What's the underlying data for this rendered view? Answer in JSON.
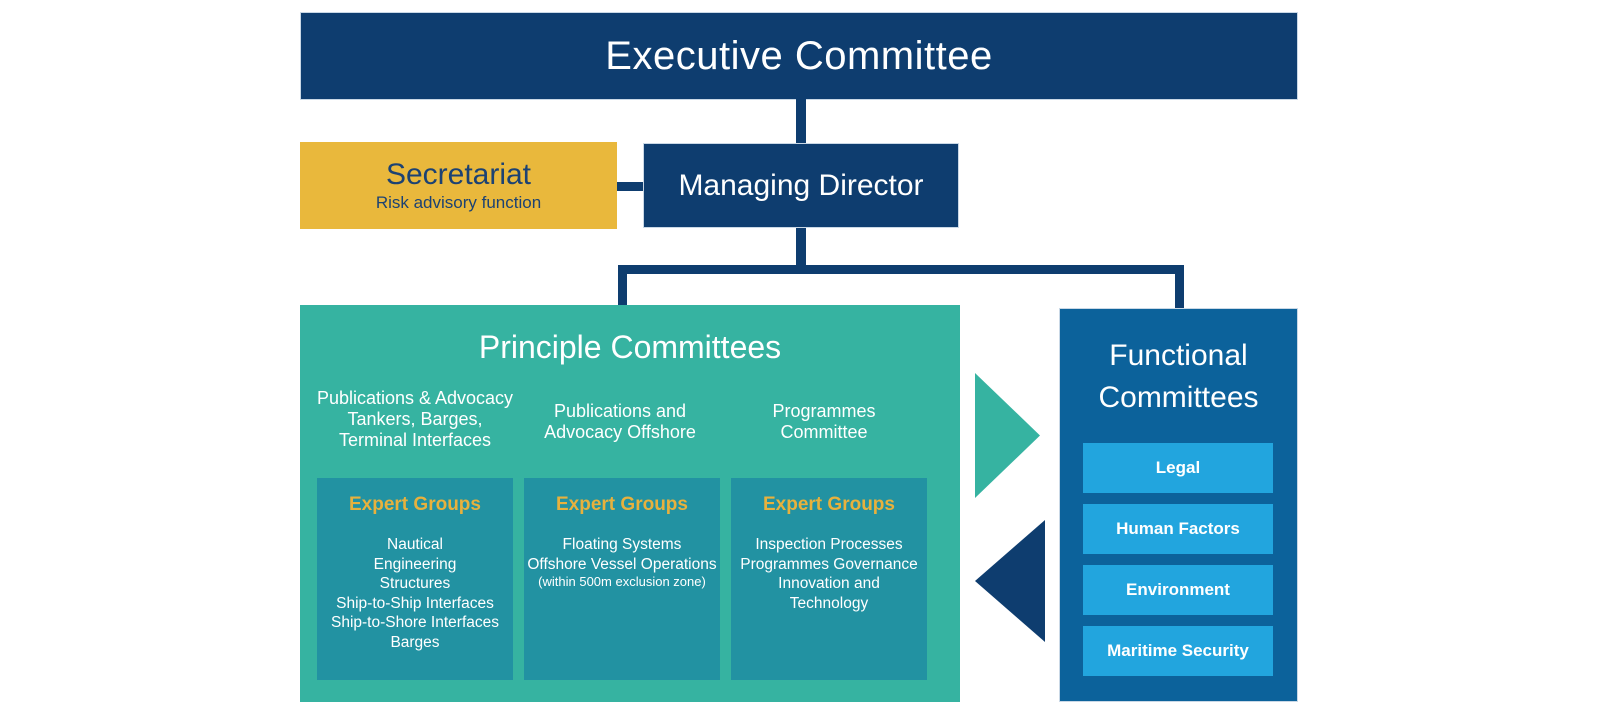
{
  "colors": {
    "navy": "#0e3d6f",
    "medium_blue": "#0c629b",
    "light_blue": "#22a5de",
    "teal": "#36b3a1",
    "dark_teal": "#2292a2",
    "gold": "#e9b83c",
    "gold_text": "#e7b13d",
    "navy_text": "#1c4273",
    "white": "#ffffff"
  },
  "org": {
    "executive_label": "Executive Committee",
    "secretariat": {
      "title": "Secretariat",
      "subtitle": "Risk advisory function"
    },
    "managing_director_label": "Managing Director",
    "principle": {
      "title": "Principle Committees",
      "columns": [
        {
          "header_lines": [
            "Publications & Advocacy",
            "Tankers, Barges,",
            "Terminal Interfaces"
          ],
          "expert_groups_label": "Expert Groups",
          "items": [
            "Nautical",
            "Engineering",
            "Structures",
            "Ship-to-Ship Interfaces",
            "Ship-to-Shore Interfaces",
            "Barges"
          ]
        },
        {
          "header_lines": [
            "Publications and",
            "Advocacy Offshore"
          ],
          "expert_groups_label": "Expert Groups",
          "items": [
            "Floating Systems",
            "Offshore Vessel Operations"
          ],
          "note": "(within 500m exclusion zone)"
        },
        {
          "header_lines": [
            "Programmes",
            "Committee"
          ],
          "expert_groups_label": "Expert Groups",
          "items": [
            "Inspection Processes",
            "Programmes Governance",
            "Innovation and",
            "Technology"
          ]
        }
      ]
    },
    "functional": {
      "title_lines": [
        "Functional",
        "Committees"
      ],
      "items": [
        "Legal",
        "Human Factors",
        "Environment",
        "Maritime Security"
      ]
    }
  }
}
